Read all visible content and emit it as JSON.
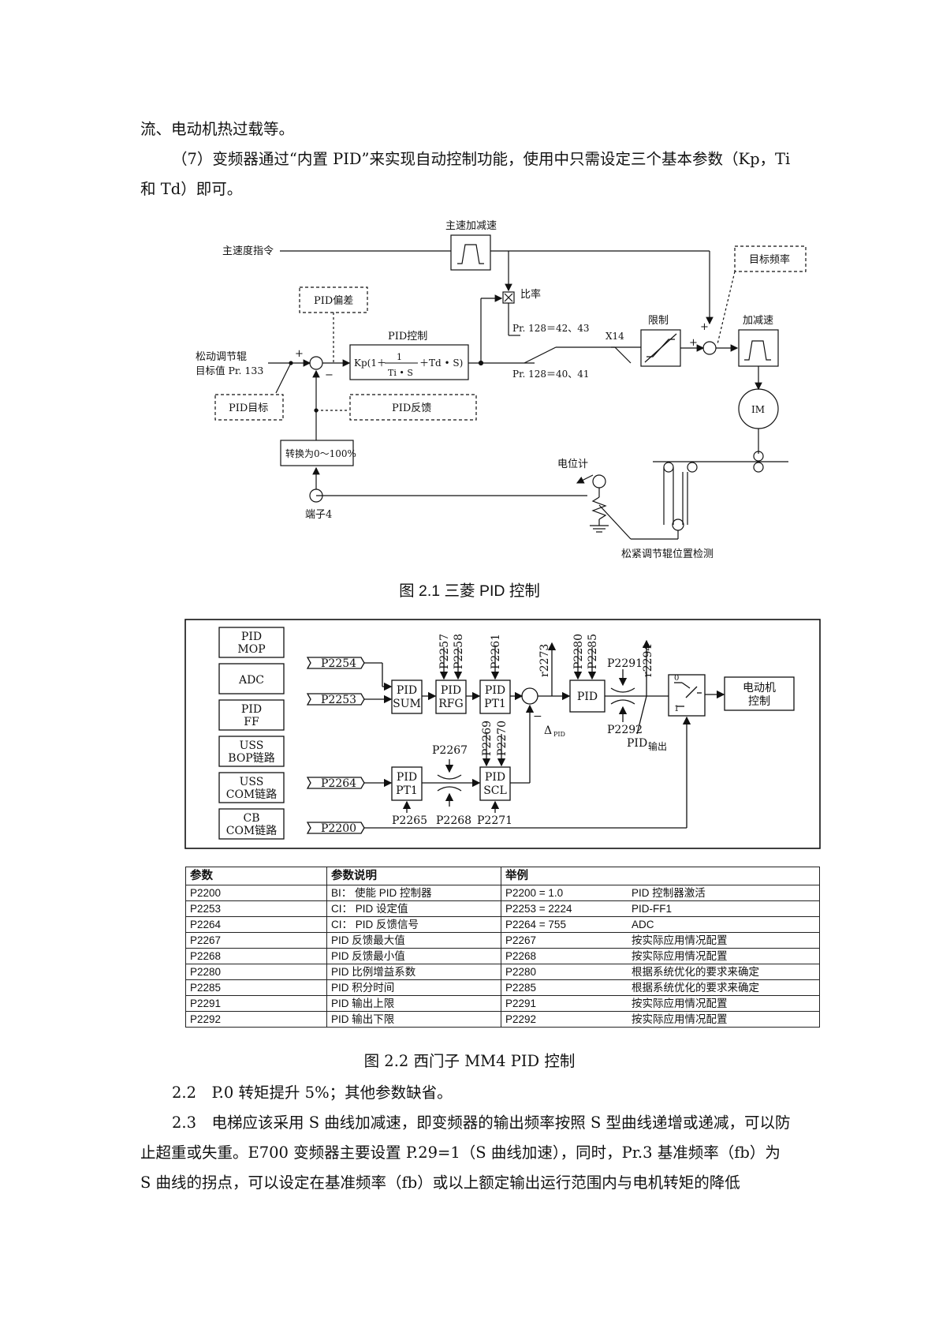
{
  "paragraphs": {
    "p1": "流、电动机热过载等。",
    "p2": "（7）变频器通过“内置 PID”来实现自动控制功能，使用中只需设定三个基本参数（Kp，Ti 和 Td）即可。",
    "p3": "2.2　P.0 转矩提升 5%；其他参数缺省。",
    "p4": "2.3　电梯应该采用 S 曲线加减速，即变频器的输出频率按照 S 型曲线递增或递减，可以防止超重或失重。E700 变频器主要设置 P.29=1（S 曲线加速），同时，Pr.3 基准频率（fb）为 S 曲线的拐点，可以设定在基准频率（fb）或以上额定输出运行范围内与电机转矩的降低"
  },
  "fig1": {
    "caption": "图 2.1  三菱 PID 控制",
    "main_accel": "主速加减速",
    "main_speed_cmd": "主速度指令",
    "target_freq": "目标频率",
    "ratio": "比率",
    "pid_dev": "PID偏差",
    "pid_ctrl": "PID控制",
    "pr128_a": "Pr. 128＝42、43",
    "pr128_b": "Pr. 128＝40、41",
    "x14": "X14",
    "limit": "限制",
    "accel": "加减速",
    "roller_line1": "松动调节辊",
    "roller_line2": "目标值  Pr. 133",
    "formula_a": "Kp(1＋",
    "formula_num": "1",
    "formula_den": "Ti • S",
    "formula_b": "＋Td • S)",
    "pid_target": "PID目标",
    "pid_feedback": "PID反馈",
    "im": "IM",
    "convert": "转换为0～100%",
    "potentiometer": "电位计",
    "terminal": "端子4",
    "detect": "松紧调节辊位置检测",
    "plus": "+",
    "minus": "−"
  },
  "fig2": {
    "caption": "图 2.2  西门子 MM4 PID 控制",
    "left_boxes": [
      [
        "PID",
        "MOP"
      ],
      [
        "ADC"
      ],
      [
        "PID",
        "FF"
      ],
      [
        "USS",
        "BOP链路"
      ],
      [
        "USS",
        "COM链路"
      ],
      [
        "CB",
        "COM链路"
      ]
    ],
    "p2254": "P2254",
    "p2253": "P2253",
    "p2264": "P2264",
    "p2200": "P2200",
    "sum": [
      "PID",
      "SUM"
    ],
    "rfg": [
      "PID",
      "RFG"
    ],
    "pt1": [
      "PID",
      "PT1"
    ],
    "pt1b": [
      "PID",
      "PT1"
    ],
    "scl": [
      "PID",
      "SCL"
    ],
    "pid": "PID",
    "p2257": "P2257",
    "p2258": "P2258",
    "p2261": "P2261",
    "r2273": "r2273",
    "p2280": "P2280",
    "p2285": "P2285",
    "p2291": "P2291",
    "r2294": "r2294",
    "p2292": "P2292",
    "p2267": "P2267",
    "p2269": "P2269",
    "p2270": "P2270",
    "p2265": "P2265",
    "p2268": "P2268",
    "p2271": "P2271",
    "delta": "Δ",
    "delta_sub": "PID",
    "pid_out_a": "PID",
    "pid_out_b": "输出",
    "motor": [
      "电动机",
      "控制"
    ],
    "sw0": "0",
    "sw1": "1",
    "minus": "−"
  },
  "table": {
    "headers": [
      "参数",
      "参数说明",
      "举例",
      ""
    ],
    "rows": [
      [
        "P2200",
        "BI：  使能 PID 控制器",
        "P2200 = 1.0",
        "PID 控制器激活"
      ],
      [
        "P2253",
        "CI：  PID 设定值",
        "P2253 = 2224",
        "PID-FF1"
      ],
      [
        "P2264",
        "CI：  PID 反馈信号",
        "P2264 = 755",
        "ADC"
      ],
      [
        "P2267",
        "PID 反馈最大值",
        "P2267",
        "按实际应用情况配置"
      ],
      [
        "P2268",
        "PID 反馈最小值",
        "P2268",
        "按实际应用情况配置"
      ],
      [
        "P2280",
        "PID 比例增益系数",
        "P2280",
        "根据系统优化的要求来确定"
      ],
      [
        "P2285",
        "PID 积分时间",
        "P2285",
        "根据系统优化的要求来确定"
      ],
      [
        "P2291",
        "PID 输出上限",
        "P2291",
        "按实际应用情况配置"
      ],
      [
        "P2292",
        "PID 输出下限",
        "P2292",
        "按实际应用情况配置"
      ]
    ]
  }
}
